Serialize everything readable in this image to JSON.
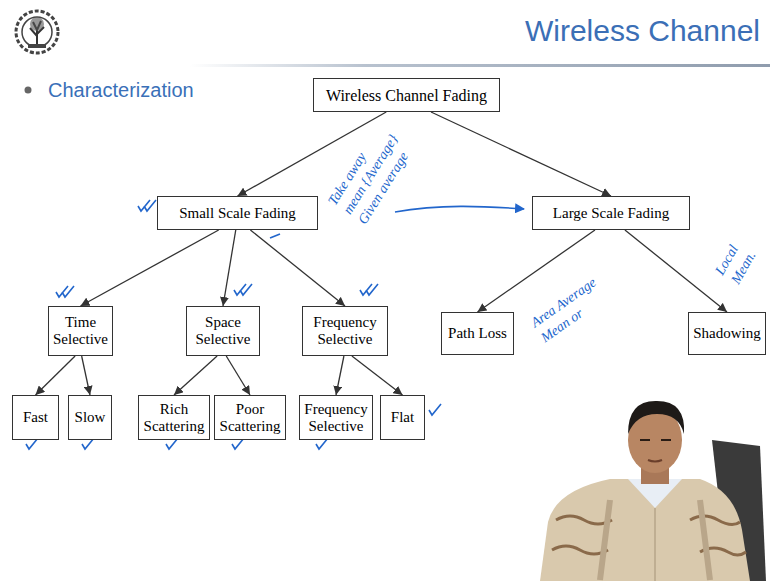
{
  "diagram": {
    "title": "Wireless Channel",
    "nodes": [
      {
        "text": [
          "Wireless Channel Fading"
        ]
      },
      {
        "text": [
          "Small Scale Fading"
        ]
      },
      {
        "text": [
          "Large Scale Fading"
        ]
      },
      {
        "text": [
          "Time Selective"
        ]
      },
      {
        "text": [
          "Space Selective"
        ]
      },
      {
        "text": [
          "Frequency Selective"
        ]
      },
      {
        "text": [
          "Path Loss"
        ]
      },
      {
        "text": [
          "Shadowing"
        ]
      },
      {
        "text": [
          "Fast"
        ]
      },
      {
        "text": [
          "Slow"
        ]
      },
      {
        "text": [
          "Rich Scattering"
        ]
      },
      {
        "text": [
          "Poor Scattering"
        ]
      },
      {
        "text": [
          "Frequency Selective"
        ]
      },
      {
        "text": [
          "Flat"
        ]
      }
    ],
    "edges": [
      {
        "from": 0,
        "to": 1,
        "arrow": "to"
      },
      {
        "from": 0,
        "to": 2,
        "arrow": "to"
      },
      {
        "from": 1,
        "to": 3,
        "arrow": "to"
      },
      {
        "from": 1,
        "to": 4,
        "arrow": "to"
      },
      {
        "from": 1,
        "to": 5,
        "arrow": "to"
      },
      {
        "from": 2,
        "to": 6,
        "arrow": "to"
      },
      {
        "from": 2,
        "to": 7,
        "arrow": "to"
      },
      {
        "from": 3,
        "to": 8,
        "arrow": "to"
      },
      {
        "from": 3,
        "to": 9,
        "arrow": "to"
      },
      {
        "from": 4,
        "to": 10,
        "arrow": "to"
      },
      {
        "from": 4,
        "to": 11,
        "arrow": "to"
      },
      {
        "from": 5,
        "to": 12,
        "arrow": "to"
      },
      {
        "from": 5,
        "to": 13,
        "arrow": "to"
      }
    ],
    "labels": [
      "Characterization",
      "Take away",
      "mean {Average}",
      "Given average",
      "Area Average",
      "Mean or",
      "Local",
      "Mean."
    ]
  }
}
